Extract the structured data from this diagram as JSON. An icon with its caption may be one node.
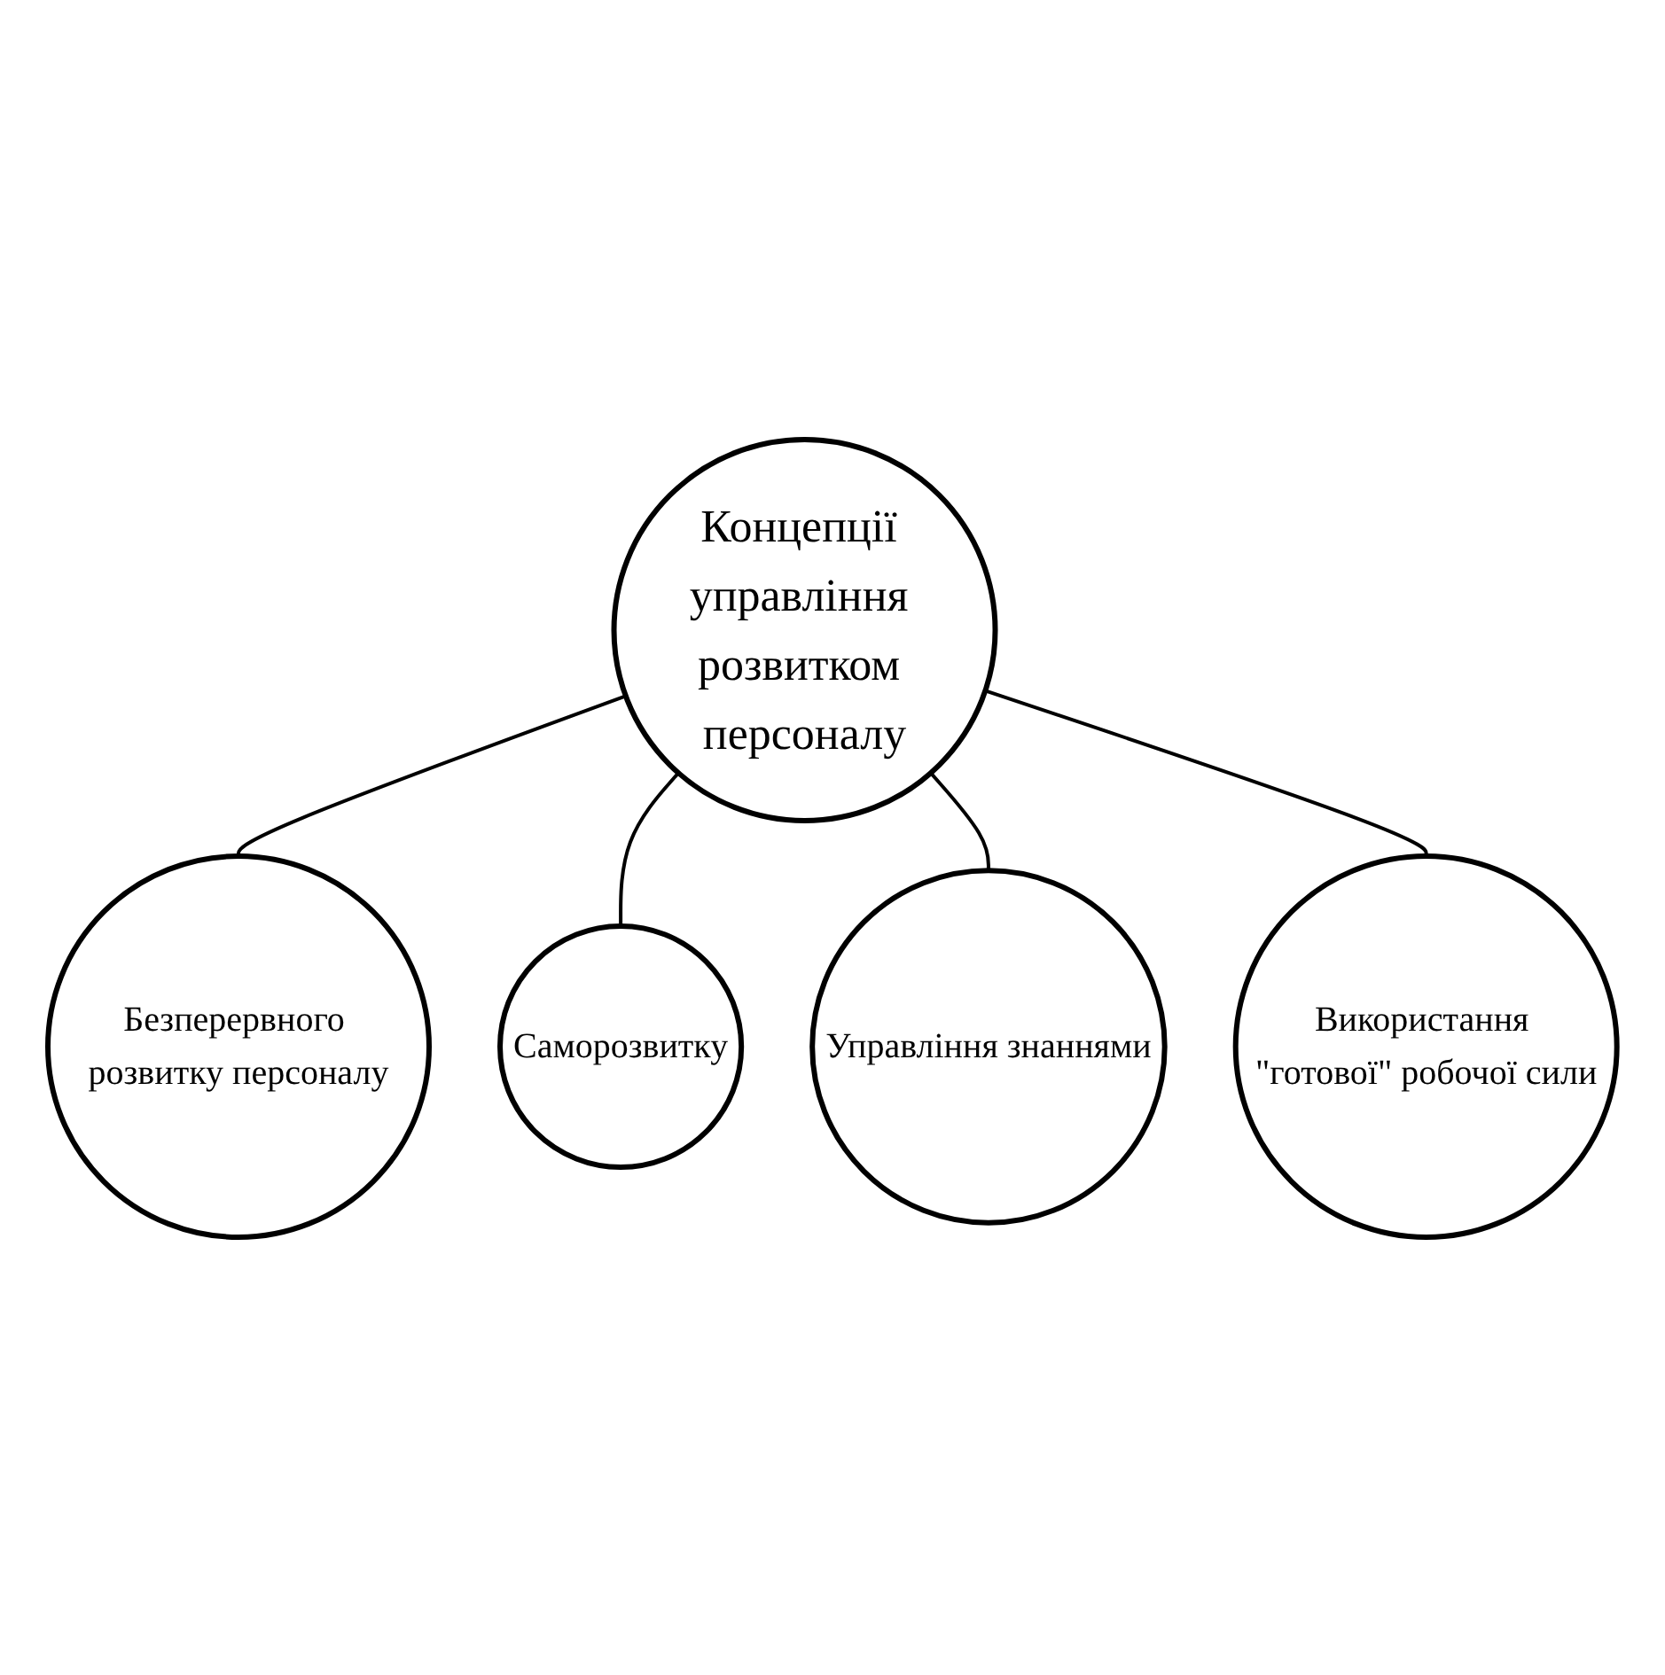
{
  "diagram": {
    "nodes": [
      {
        "text": [
          "Безперервного розвитку персоналу"
        ]
      },
      {
        "text": [
          "Саморозвитку"
        ]
      },
      {
        "text": [
          "Концепції управління розвитком персоналу"
        ]
      },
      {
        "text": [
          "Управління знаннями"
        ]
      },
      {
        "text": [
          "Використання \"готової\" робочої сили"
        ]
      }
    ],
    "edges": [
      {
        "from": 2,
        "to": 0,
        "arrow": "none"
      },
      {
        "from": 2,
        "to": 1,
        "arrow": "none"
      },
      {
        "from": 2,
        "to": 3,
        "arrow": "none"
      },
      {
        "from": 2,
        "to": 4,
        "arrow": "none"
      }
    ]
  }
}
